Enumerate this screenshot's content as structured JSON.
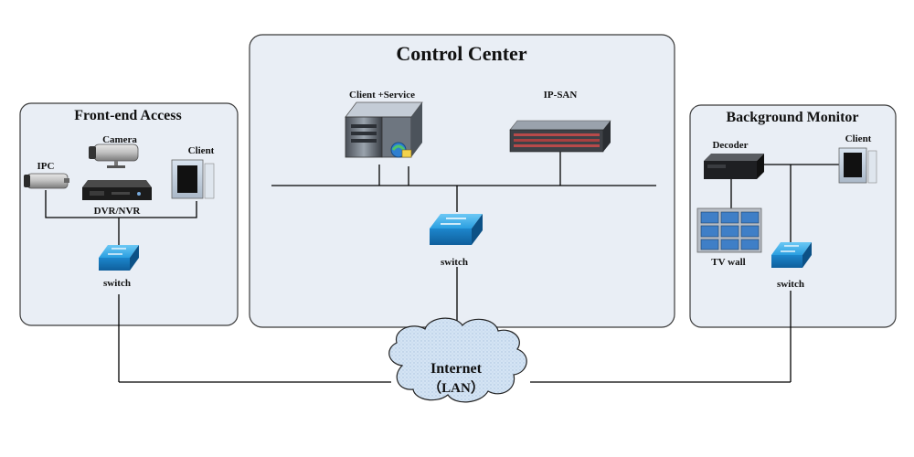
{
  "panels": {
    "front_end": {
      "title": "Front-end Access"
    },
    "control": {
      "title": "Control Center"
    },
    "background": {
      "title": "Background Monitor"
    }
  },
  "devices": {
    "camera": "Camera",
    "ipc": "IPC",
    "dvr_nvr": "DVR/NVR",
    "client_front": "Client",
    "switch_front": "switch",
    "client_service": "Client +Service",
    "ip_san": "IP-SAN",
    "switch_center": "switch",
    "decoder": "Decoder",
    "client_background": "Client",
    "tv_wall": "TV wall",
    "switch_background": "switch"
  },
  "network": {
    "line1": "Internet",
    "line2": "（LAN）"
  },
  "icons": {
    "camera": "camera-icon",
    "ipc": "ipc-camera-icon",
    "dvr": "dvr-icon",
    "client": "computer-icon",
    "switch": "switch-icon",
    "server": "server-icon",
    "storage": "storage-array-icon",
    "decoder": "decoder-icon",
    "tv_wall": "tv-wall-icon",
    "cloud": "cloud-icon"
  },
  "colors": {
    "panel_fill": "#e9eef5",
    "panel_stroke": "#3b3b3b",
    "switch_blue": "#1f8fd6",
    "line": "#000000"
  }
}
